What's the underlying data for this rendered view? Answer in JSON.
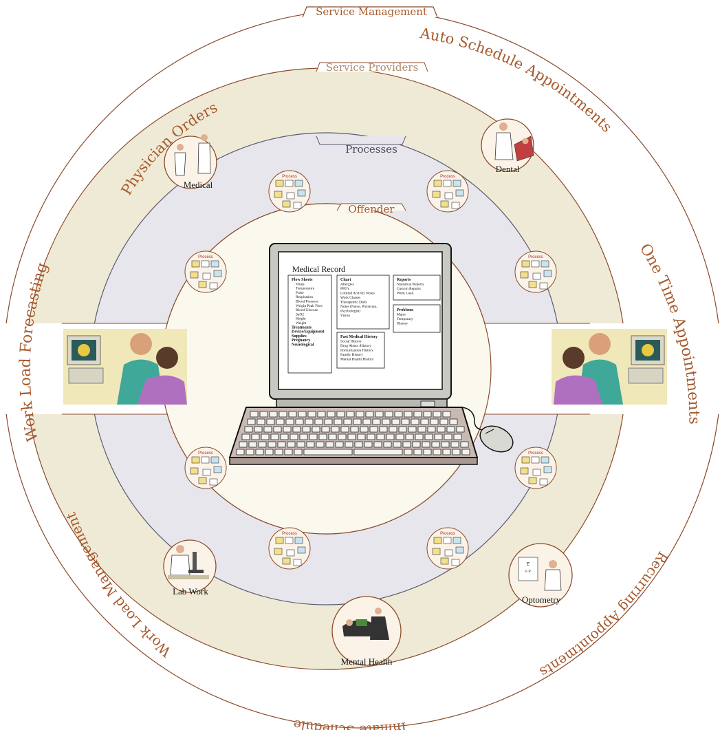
{
  "colors": {
    "outer_ring": "#ffffff",
    "providers_ring": "#efead5",
    "processes_ring": "#e6e6ec",
    "offender_disc": "#fbf9ee",
    "accent_text": "#a65a2e",
    "ring_stroke": "#8a4a2a"
  },
  "rings": {
    "service_management": "Service Management",
    "service_providers": "Service Providers",
    "processes": "Processes",
    "offender": "Offender"
  },
  "arc_labels": [
    {
      "id": "physician-orders",
      "text": "Physician Orders"
    },
    {
      "id": "auto-schedule",
      "text": "Auto Schedule Appointments"
    },
    {
      "id": "work-load-forecasting",
      "text": "Work Load Forecasting"
    },
    {
      "id": "one-time-appointments",
      "text": "One Time Appointments"
    },
    {
      "id": "work-load-management",
      "text": "Work Load Management"
    },
    {
      "id": "recurring-appointments",
      "text": "Recurring Appointments"
    },
    {
      "id": "inmate-schedule",
      "text": "Inmate Schedule"
    }
  ],
  "providers": [
    {
      "id": "medical",
      "label": "Medical",
      "icon": "medical-staff-icon"
    },
    {
      "id": "dental",
      "label": "Dental",
      "icon": "dentist-icon"
    },
    {
      "id": "lab-work",
      "label": "Lab Work",
      "icon": "microscope-icon"
    },
    {
      "id": "mental-health",
      "label": "Mental Health",
      "icon": "therapy-icon"
    },
    {
      "id": "optometry",
      "label": "Optometry",
      "icon": "eye-chart-icon"
    }
  ],
  "process_label": "Process",
  "medical_record": {
    "title": "Medical Record",
    "flow_sheets": {
      "heading": "Flow Sheets",
      "items": [
        "Vitals",
        "Temperature",
        "Pulse",
        "Respiration",
        "Blood Pressure",
        "Wright Peak Flow",
        "Blood Glucose",
        "SaO2",
        "Height",
        "Weight"
      ],
      "bold_items": [
        "Treatments",
        "Device/Equipment",
        "Supplies",
        "Pregnancy",
        "Neurological"
      ]
    },
    "chart": {
      "heading": "Chart",
      "items": [
        "Allergies",
        "PPD's",
        "Limited Activity Notes",
        "Work Classes",
        "Therapeutic Diets",
        "Notes (Nurse, Physician,",
        "Psychologist)",
        "Vision"
      ]
    },
    "past_history": {
      "heading": "Past Medical History",
      "items": [
        "Social History",
        "Drug Abuse /History",
        "Immunization History",
        "Family History",
        "Mental Health History"
      ]
    },
    "reports": {
      "heading": "Reports",
      "items": [
        "Statistical Reports",
        "Custom Reports",
        "Work Load"
      ]
    },
    "problems": {
      "heading": "Problems",
      "items": [
        "Major",
        "Temporary",
        "History"
      ]
    }
  }
}
